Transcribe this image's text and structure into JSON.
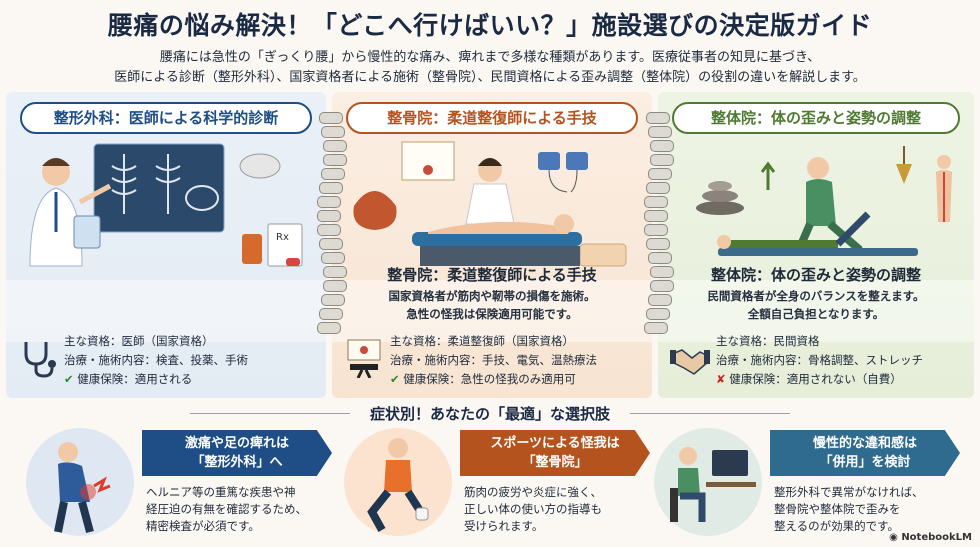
{
  "title": "腰痛の悩み解決！「どこへ行けばいい？」施設選びの決定版ガイド",
  "intro": [
    "腰痛には急性の「ぎっくり腰」から慢性的な痛み、痺れまで多様な種類があります。医療従事者の知見に基づき、",
    "医師による診断（整形外科）、国家資格者による施術（整骨院）、民間資格による歪み調整（整体院）の役割の違いを解説します。"
  ],
  "panels": {
    "ortho": {
      "heading": "整形外科：医師による科学的診断",
      "qualification": "主な資格：医師（国家資格）",
      "treatment": "治療・施術内容：検査、投薬、手術",
      "insurance": "健康保険：適用される",
      "insurance_status": "ok"
    },
    "bone": {
      "heading": "整骨院：柔道整復師による手技",
      "subtitle": "整骨院：柔道整復師による手技",
      "desc1": "国家資格者が筋肉や靭帯の損傷を施術。",
      "desc2": "急性の怪我は保険適用可能です。",
      "qualification": "主な資格：柔道整復師（国家資格）",
      "treatment": "治療・施術内容：手技、電気、温熱療法",
      "insurance": "健康保険：急性の怪我のみ適用可",
      "insurance_status": "ok"
    },
    "seitai": {
      "heading": "整体院：体の歪みと姿勢の調整",
      "subtitle": "整体院：体の歪みと姿勢の調整",
      "desc1": "民間資格者が全身のバランスを整えます。",
      "desc2": "全額自己負担となります。",
      "qualification": "主な資格：民間資格",
      "treatment": "治療・施術内容：骨格調整、ストレッチ",
      "insurance": "健康保険：適用されない（自費）",
      "insurance_status": "ng"
    }
  },
  "symptoms": {
    "heading": "症状別！あなたの「最適」な選択肢",
    "items": [
      {
        "tag1": "激痛や足の痺れは",
        "tag2": "「整形外科」へ",
        "desc": [
          "ヘルニア等の重篤な疾患や神",
          "経圧迫の有無を確認するため、",
          "精密検査が必須です。"
        ],
        "color": "#1f4e86"
      },
      {
        "tag1": "スポーツによる怪我は",
        "tag2": "「整骨院」",
        "desc": [
          "筋肉の疲労や炎症に強く、",
          "正しい体の使い方の指導も",
          "受けられます。"
        ],
        "color": "#b5531f"
      },
      {
        "tag1": "慢性的な違和感は",
        "tag2": "「併用」を検討",
        "desc": [
          "整形外科で異常がなければ、",
          "整骨院や整体院で歪みを",
          "整えるのが効果的です。"
        ],
        "color": "#2e6b8e"
      }
    ]
  },
  "branding": "NotebookLM",
  "colors": {
    "ortho": "#1f4e86",
    "bone": "#b5531f",
    "seitai": "#4f7a32",
    "ok": "#2e8b2e",
    "ng": "#c8241c"
  }
}
